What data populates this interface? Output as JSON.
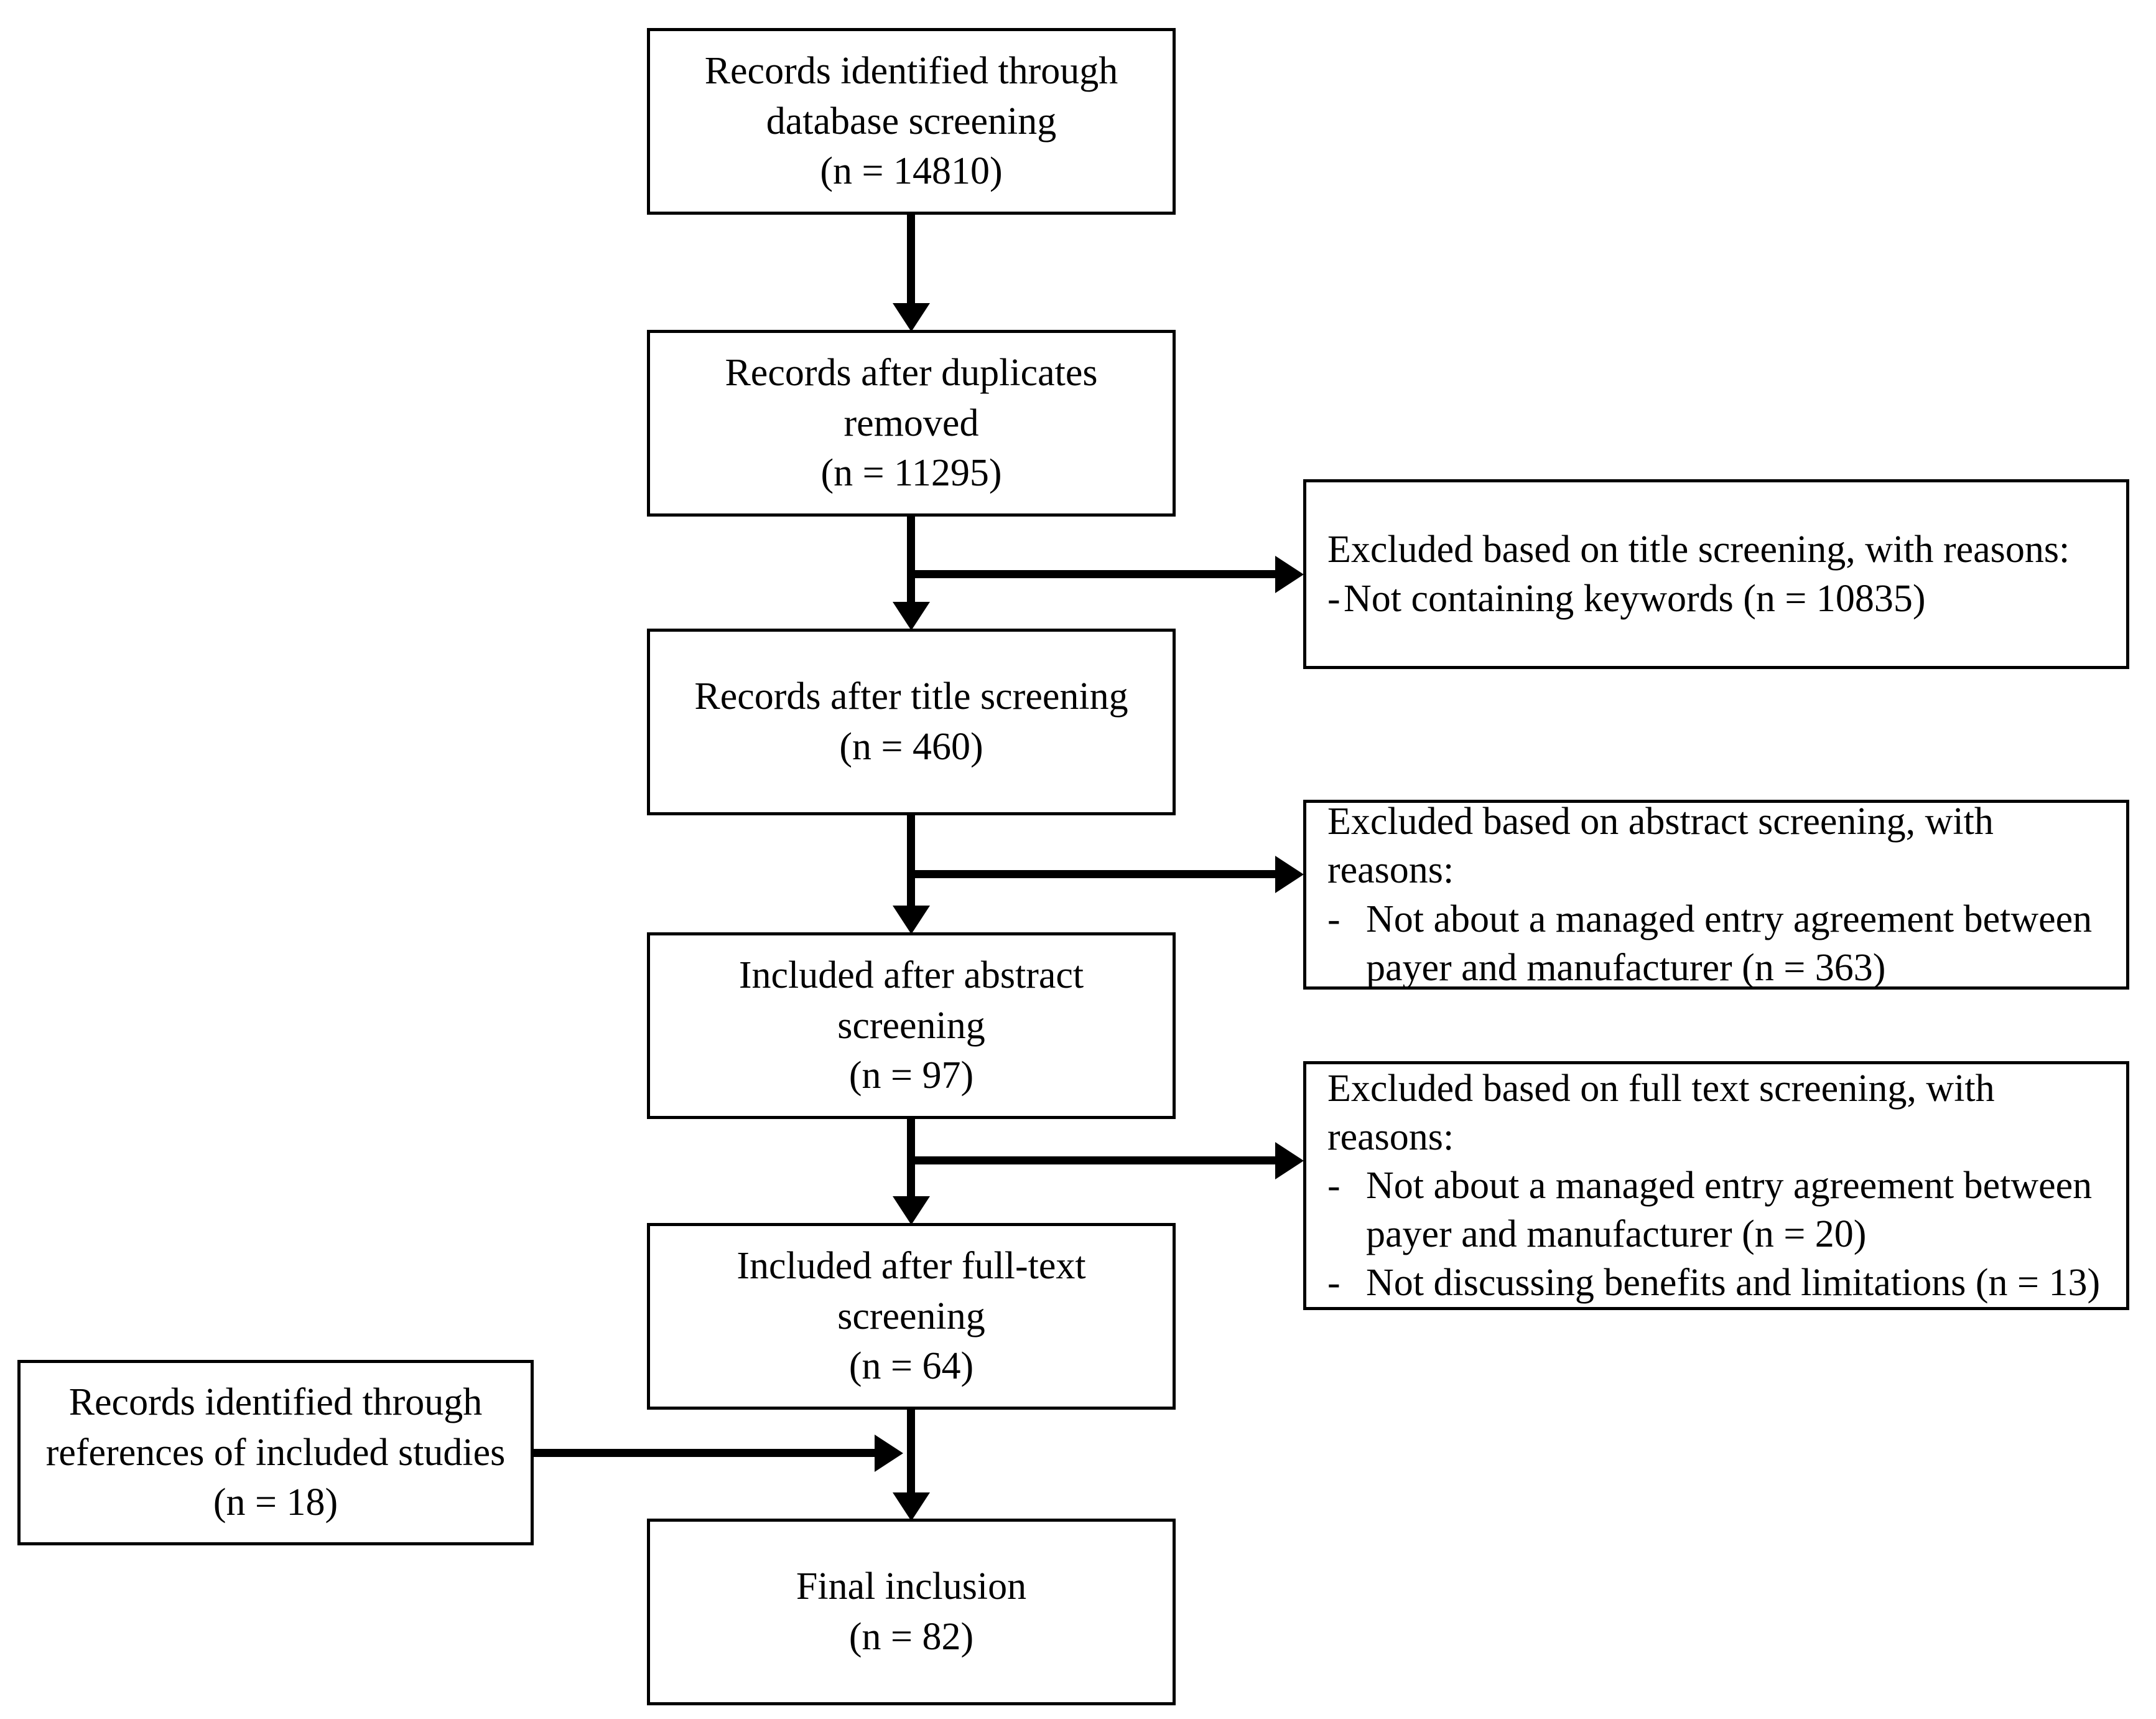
{
  "diagram": {
    "type": "prisma-flow-diagram",
    "background_color": "#ffffff",
    "line_color": "#000000",
    "text_color": "#000000"
  },
  "flow_nodes": [
    {
      "id": "identified-database",
      "lines": [
        "Records identified through",
        "database screening",
        "(n = 14810)"
      ],
      "n": 14810
    },
    {
      "id": "after-duplicates",
      "lines": [
        "Records after duplicates",
        "removed",
        "(n = 11295)"
      ],
      "n": 11295
    },
    {
      "id": "after-title-screening",
      "lines": [
        "Records after title screening",
        "(n = 460)"
      ],
      "n": 460
    },
    {
      "id": "included-after-abstract",
      "lines": [
        "Included after abstract",
        "screening",
        "(n = 97)"
      ],
      "n": 97
    },
    {
      "id": "included-after-fulltext",
      "lines": [
        "Included after full-text",
        "screening",
        "(n = 64)"
      ],
      "n": 64
    },
    {
      "id": "final-inclusion",
      "lines": [
        "Final inclusion",
        "(n = 82)"
      ],
      "n": 82
    }
  ],
  "side_node": {
    "id": "identified-references",
    "lines": [
      "Records identified through",
      "references of included studies",
      "(n = 18)"
    ],
    "n": 18
  },
  "exclusion_nodes": [
    {
      "id": "excluded-title",
      "heading": "Excluded based on title screening, with reasons:",
      "items": [
        {
          "dash": "-",
          "text": "Not containing keywords (n = 10835)",
          "n": 10835
        }
      ]
    },
    {
      "id": "excluded-abstract",
      "heading": "Excluded based on abstract screening, with reasons:",
      "items": [
        {
          "dash": "-",
          "text": "Not about a managed entry agreement between payer and manufacturer (n = 363)",
          "n": 363
        }
      ]
    },
    {
      "id": "excluded-fulltext",
      "heading": "Excluded based on full text screening, with reasons:",
      "items": [
        {
          "dash": "-",
          "text": "Not about a managed entry agreement between payer and manufacturer (n = 20)",
          "n": 20
        },
        {
          "dash": "-",
          "text": "Not discussing benefits and limitations (n = 13)",
          "n": 13
        }
      ]
    }
  ]
}
